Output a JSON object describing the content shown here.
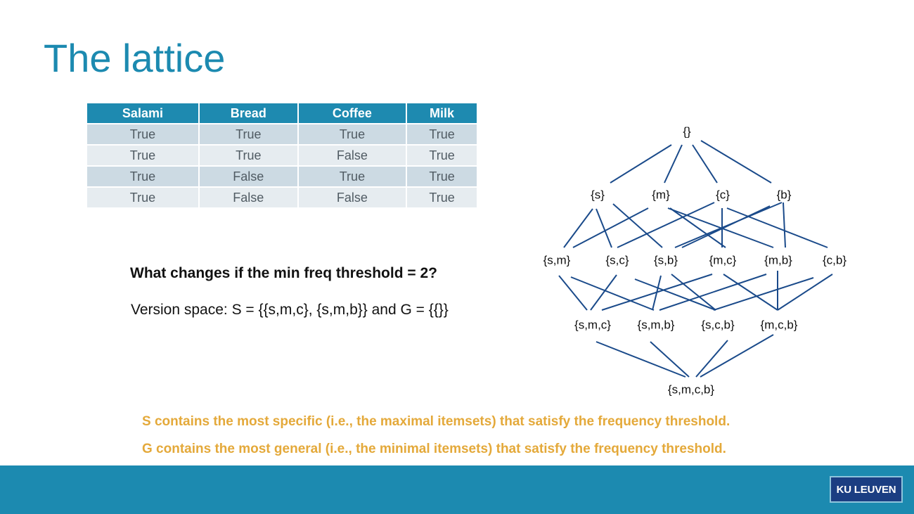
{
  "title": "The lattice",
  "table": {
    "headers": [
      "Salami",
      "Bread",
      "Coffee",
      "Milk"
    ],
    "rows": [
      [
        "True",
        "True",
        "True",
        "True"
      ],
      [
        "True",
        "True",
        "False",
        "True"
      ],
      [
        "True",
        "False",
        "True",
        "True"
      ],
      [
        "True",
        "False",
        "False",
        "True"
      ]
    ]
  },
  "question": "What changes if the min freq threshold = 2?",
  "version_space": "Version space: S = {{s,m,c}, {s,m,b}} and G = {{}}",
  "lattice_nodes": [
    "{}",
    "{s}",
    "{m}",
    "{c}",
    "{b}",
    "{s,m}",
    "{s,c}",
    "{s,b}",
    "{m,c}",
    "{m,b}",
    "{c,b}",
    "{s,m,c}",
    "{s,m,b}",
    "{s,c,b}",
    "{m,c,b}",
    "{s,m,c,b}"
  ],
  "notes": {
    "s": "S contains the most specific (i.e., the maximal itemsets) that satisfy the frequency threshold.",
    "g": "G contains the most general (i.e., the minimal itemsets) that satisfy the frequency threshold."
  },
  "logo": "KU LEUVEN",
  "colors": {
    "title": "#1c8ab0",
    "note": "#e4a93a",
    "footer": "#1c8ab0",
    "line": "#1a4a8a"
  }
}
